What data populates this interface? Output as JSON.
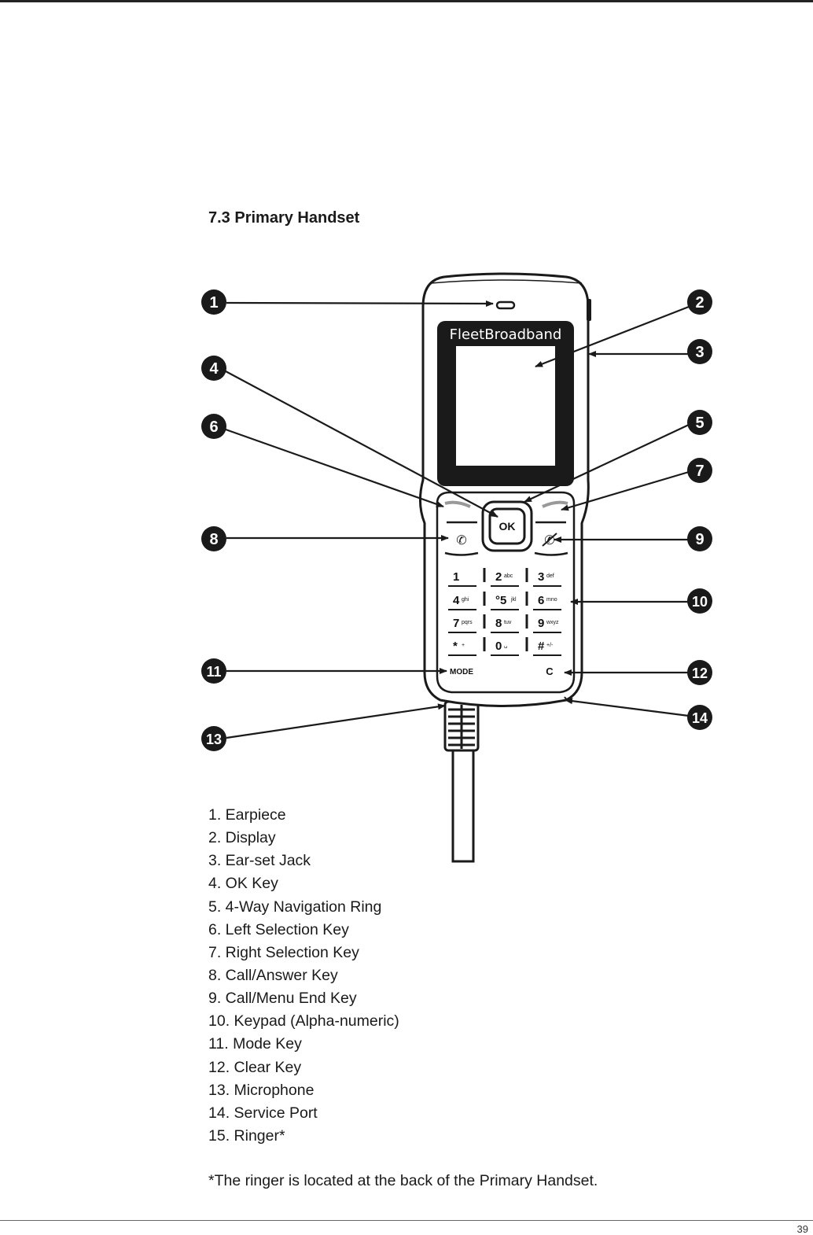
{
  "section_title": "7.3 Primary Handset",
  "page_number": "39",
  "handset": {
    "display_brand": "FleetBroadband",
    "ok_label": "OK",
    "mode_label": "MODE",
    "clear_label": "C",
    "keys": [
      {
        "main": "1",
        "sub": ""
      },
      {
        "main": "2",
        "sub": "abc"
      },
      {
        "main": "3",
        "sub": "def"
      },
      {
        "main": "4",
        "sub": "ghi"
      },
      {
        "main": "°5",
        "sub": "jkl"
      },
      {
        "main": "6",
        "sub": "mno"
      },
      {
        "main": "7",
        "sub": "pqrs"
      },
      {
        "main": "8",
        "sub": "tuv"
      },
      {
        "main": "9",
        "sub": "wxyz"
      },
      {
        "main": "*",
        "sub": "+"
      },
      {
        "main": "0",
        "sub": "␣"
      },
      {
        "main": "#",
        "sub": "+/-"
      }
    ]
  },
  "callouts": [
    "1",
    "2",
    "3",
    "4",
    "5",
    "6",
    "7",
    "8",
    "9",
    "10",
    "11",
    "12",
    "13",
    "14"
  ],
  "legend": [
    "1. Earpiece",
    "2. Display",
    "3. Ear-set Jack",
    "4. OK Key",
    "5. 4-Way Navigation Ring",
    "6. Left Selection Key",
    "7. Right Selection Key",
    "8. Call/Answer Key",
    "9. Call/Menu End Key",
    "10. Keypad (Alpha-numeric)",
    "11. Mode Key",
    "12. Clear Key",
    "13. Microphone",
    "14. Service Port",
    "15. Ringer*"
  ],
  "footnote": "*The ringer is located at the back of the Primary Handset.",
  "colors": {
    "ink": "#1a1a1a",
    "callout_fill": "#1a1a1a",
    "screen": "#ffffff"
  }
}
